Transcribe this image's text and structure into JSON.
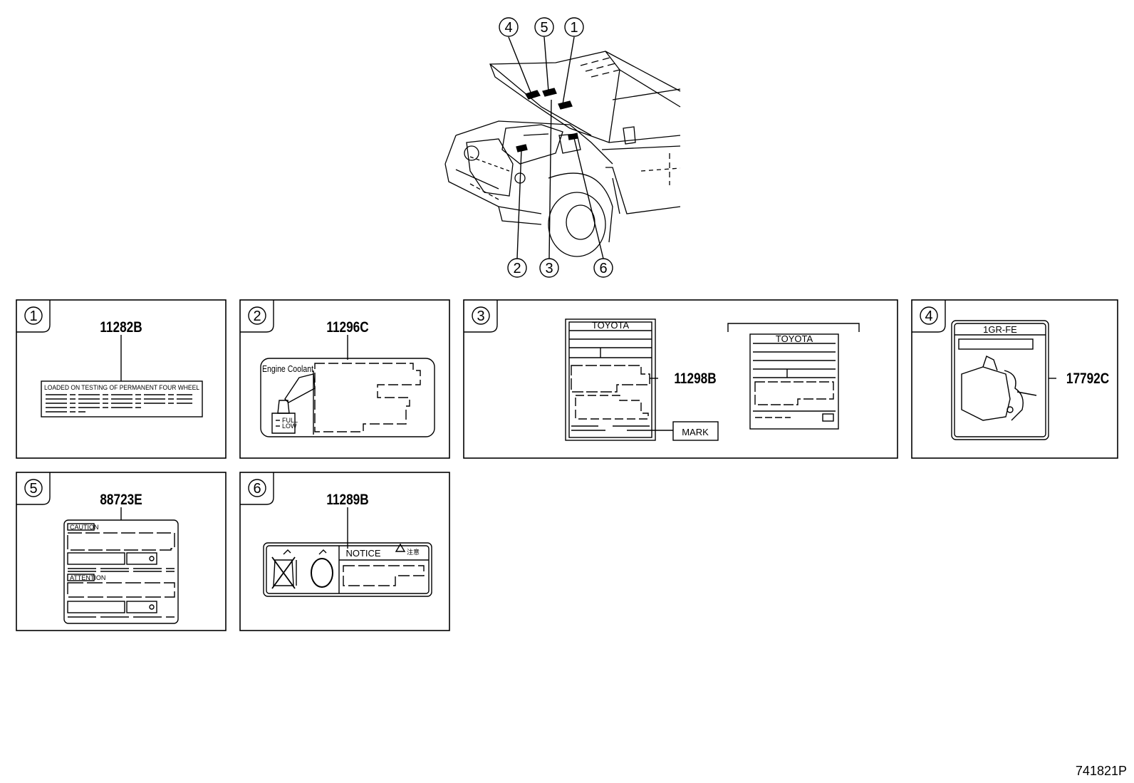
{
  "diagram_code": "741821P",
  "callouts_top": {
    "c1": "1",
    "c2": "2",
    "c3": "3",
    "c4": "4",
    "c5": "5",
    "c6": "6"
  },
  "panels": {
    "p1": {
      "index": "1",
      "part": "11282B",
      "label_text": "LOADED ON TESTING OF PERMANENT FOUR WHEEL"
    },
    "p2": {
      "index": "2",
      "part": "11296C",
      "title": "Engine Coolant",
      "full": "FULL",
      "low": "LOW"
    },
    "p3": {
      "index": "3",
      "part": "11298B",
      "brand_a": "TOYOTA",
      "brand_b": "TOYOTA",
      "mark": "MARK"
    },
    "p4": {
      "index": "4",
      "part": "17792C",
      "engine": "1GR-FE"
    },
    "p5": {
      "index": "5",
      "part": "88723E",
      "caution": "CAUTION",
      "attention": "ATTENTION"
    },
    "p6": {
      "index": "6",
      "part": "11289B",
      "notice": "NOTICE",
      "jp": "注意"
    }
  }
}
